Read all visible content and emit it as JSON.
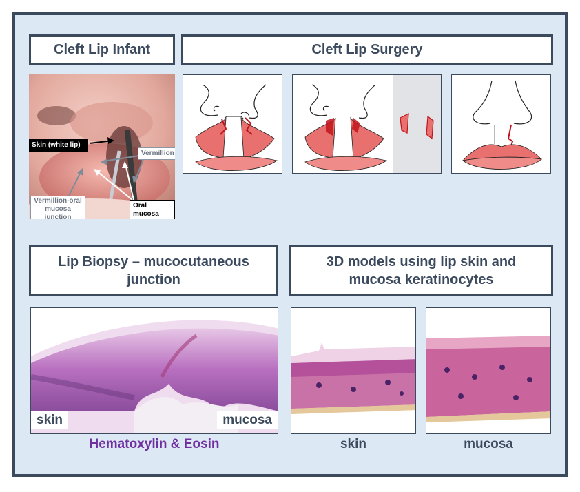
{
  "titles": {
    "infant": "Cleft Lip Infant",
    "surgery": "Cleft Lip Surgery",
    "biopsy": "Lip Biopsy – mucocutaneous junction",
    "models": "3D models using lip skin and mucosa keratinocytes"
  },
  "photo_labels": {
    "skin": "Skin (white lip)",
    "vermillion": "Vermillion",
    "vermillion_oral": "Vermillion-oral mucosa junction",
    "oral_mucosa": "Oral mucosa"
  },
  "biopsy": {
    "left_tag": "skin",
    "right_tag": "mucosa",
    "stain": "Hematoxylin & Eosin"
  },
  "models": {
    "left_caption": "skin",
    "right_caption": "mucosa"
  },
  "colors": {
    "frame_bg": "#dde8f5",
    "frame_border": "#3c4a5e",
    "lip_red": "#e8706e",
    "cleft_red": "#c0141c",
    "stain_purple": "#7030a0"
  }
}
